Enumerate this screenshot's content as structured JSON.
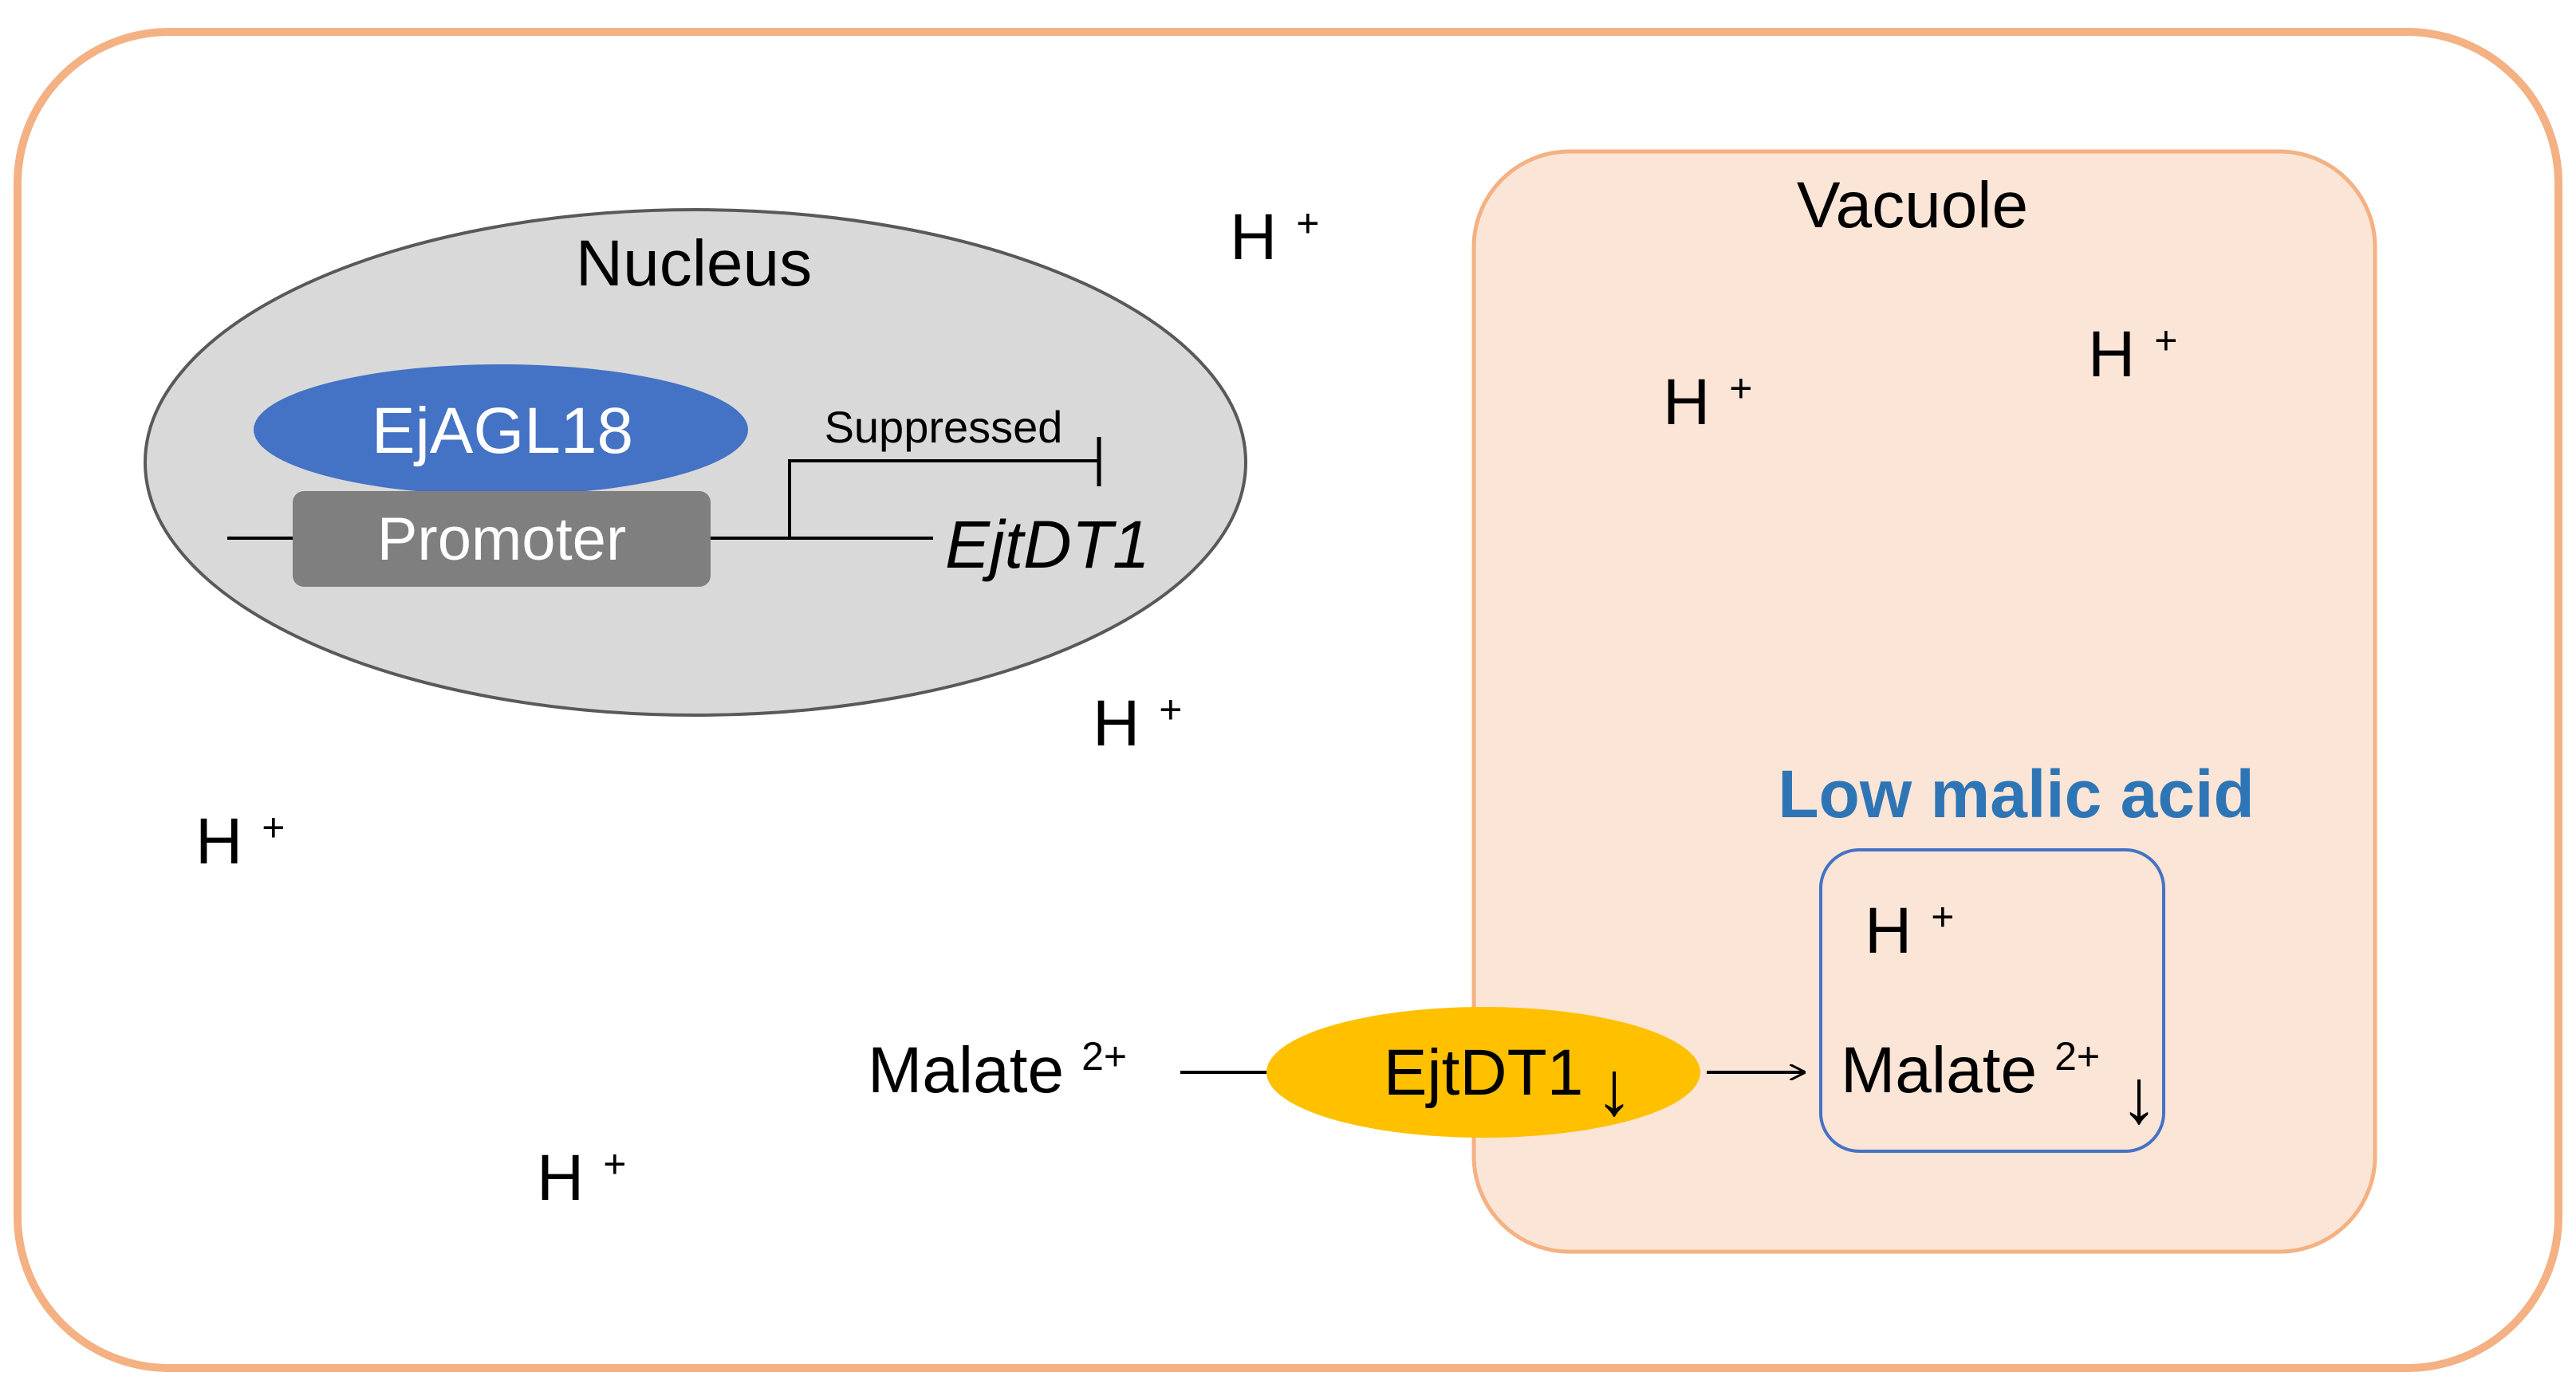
{
  "colors": {
    "cell_border": "#f4b183",
    "vacuole_fill": "#fbe5d6",
    "vacuole_border": "#f4b183",
    "nucleus_fill": "#d9d9d9",
    "nucleus_border": "#595959",
    "ejagl18_fill": "#4472c4",
    "promoter_fill": "#7f7f7f",
    "ejtdt1_fill": "#ffc000",
    "low_malic_title": "#2e75b6",
    "inner_box_border": "#4472c4",
    "text_dark": "#000000",
    "text_light": "#ffffff"
  },
  "nucleus": {
    "label": "Nucleus",
    "protein_label": "EjAGL18",
    "promoter_label": "Promoter",
    "suppressed_label": "Suppressed",
    "gene_label": "EjtDT1"
  },
  "vacuole": {
    "label": "Vacuole",
    "low_malic_label": "Low malic acid",
    "inner_proton": "H",
    "inner_malate": "Malate",
    "charge_2plus": "2+",
    "down_arrow": "↓"
  },
  "transport": {
    "malate_label": "Malate",
    "charge_2plus": "2+",
    "transporter_label": "EjtDT1",
    "down_arrow": "↓"
  },
  "protons": {
    "symbol": "H",
    "charge": "+",
    "items": [
      "H",
      "H",
      "H",
      "H",
      "H",
      "H"
    ]
  }
}
